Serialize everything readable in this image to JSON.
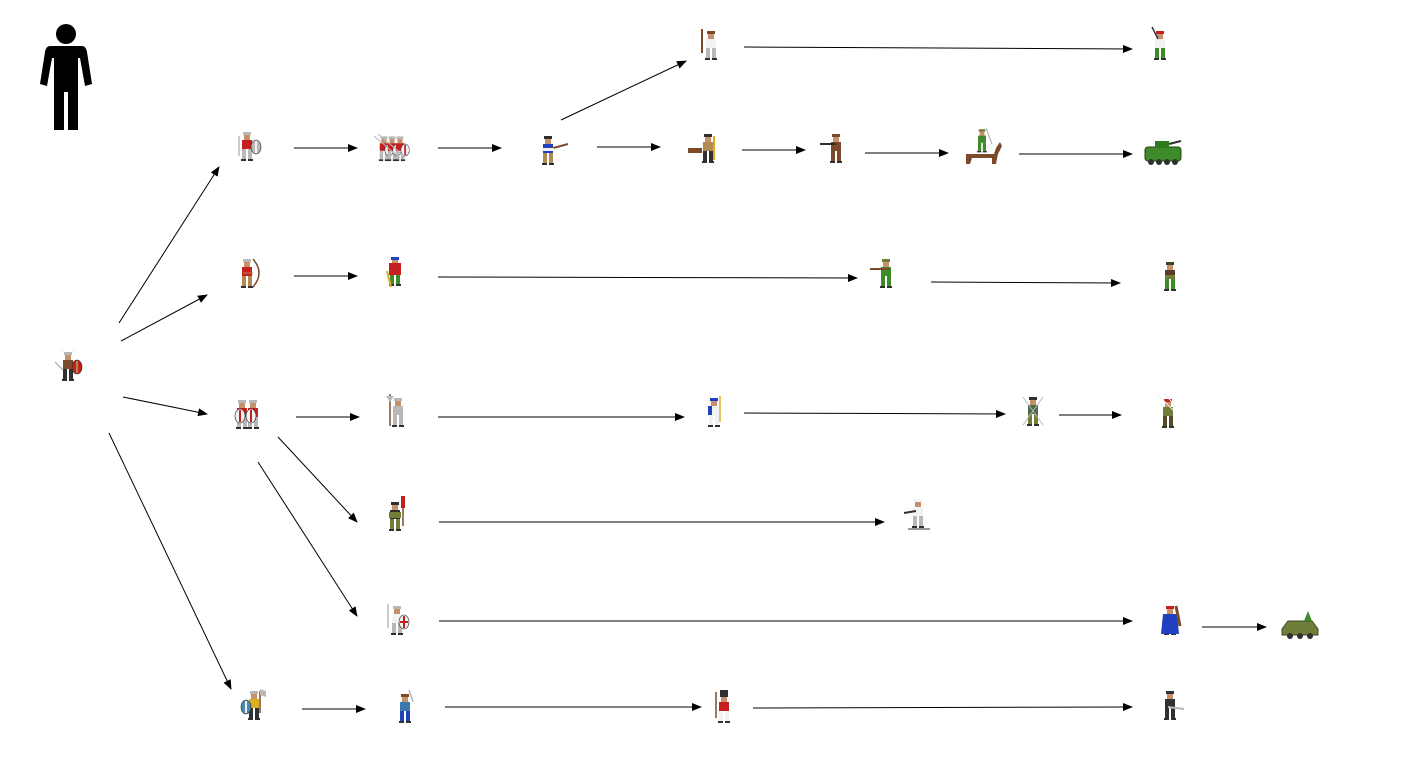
{
  "header": {
    "icon": "person-icon"
  },
  "palette": {
    "line": "#000000",
    "background": "#ffffff",
    "skin": "#c8906a",
    "steel": "#b8b8b8",
    "red": "#c42020",
    "green": "#3f8a2a",
    "blue": "#2040c0",
    "brown": "#7a4a2a",
    "tan": "#b08a50",
    "dark": "#303030",
    "olive": "#6f7f3a",
    "white": "#f2f2f2",
    "gold": "#d8b020"
  },
  "units": [
    {
      "id": "root",
      "icon": "horned-warrior-icon"
    },
    {
      "id": "swordsman",
      "icon": "shield-swordsman-icon"
    },
    {
      "id": "phalanx",
      "icon": "spear-phalanx-icon"
    },
    {
      "id": "musketeer",
      "icon": "blue-musketeer-icon"
    },
    {
      "id": "cannoneer",
      "icon": "cannoneer-icon"
    },
    {
      "id": "rifleman",
      "icon": "rifleman-icon"
    },
    {
      "id": "dragoon",
      "icon": "mounted-dragoon-icon"
    },
    {
      "id": "armored-car",
      "icon": "armored-vehicle-icon"
    },
    {
      "id": "conquistador",
      "icon": "conquistador-icon"
    },
    {
      "id": "partisan",
      "icon": "partisan-icon"
    },
    {
      "id": "archer",
      "icon": "archer-icon"
    },
    {
      "id": "longbowman",
      "icon": "longbowman-icon"
    },
    {
      "id": "infantry",
      "icon": "green-infantry-icon"
    },
    {
      "id": "modern-infantry",
      "icon": "modern-infantry-icon"
    },
    {
      "id": "legion",
      "icon": "shield-legion-icon"
    },
    {
      "id": "pikeman",
      "icon": "pikeman-icon"
    },
    {
      "id": "grenadier",
      "icon": "blue-grenadier-icon"
    },
    {
      "id": "alpine-troops",
      "icon": "alpine-trooper-icon"
    },
    {
      "id": "paratrooper",
      "icon": "paratrooper-icon"
    },
    {
      "id": "samurai",
      "icon": "samurai-icon"
    },
    {
      "id": "ski-trooper",
      "icon": "ski-trooper-icon"
    },
    {
      "id": "crusader",
      "icon": "crusader-knight-icon"
    },
    {
      "id": "rocket-trooper",
      "icon": "blue-rocket-trooper-icon"
    },
    {
      "id": "mech-inf",
      "icon": "mech-vehicle-icon"
    },
    {
      "id": "axeman",
      "icon": "axe-shield-warrior-icon"
    },
    {
      "id": "pirate",
      "icon": "pirate-icon"
    },
    {
      "id": "redcoat",
      "icon": "redcoat-icon"
    },
    {
      "id": "special-forces",
      "icon": "special-forces-icon"
    }
  ],
  "edges": [
    [
      "root",
      "swordsman"
    ],
    [
      "root",
      "archer"
    ],
    [
      "root",
      "legion"
    ],
    [
      "root",
      "axeman"
    ],
    [
      "swordsman",
      "phalanx"
    ],
    [
      "phalanx",
      "musketeer"
    ],
    [
      "musketeer",
      "conquistador"
    ],
    [
      "musketeer",
      "cannoneer"
    ],
    [
      "cannoneer",
      "rifleman"
    ],
    [
      "rifleman",
      "dragoon"
    ],
    [
      "dragoon",
      "armored-car"
    ],
    [
      "conquistador",
      "partisan"
    ],
    [
      "archer",
      "longbowman"
    ],
    [
      "longbowman",
      "infantry"
    ],
    [
      "infantry",
      "modern-infantry"
    ],
    [
      "legion",
      "pikeman"
    ],
    [
      "pikeman",
      "grenadier"
    ],
    [
      "grenadier",
      "alpine-troops"
    ],
    [
      "alpine-troops",
      "paratrooper"
    ],
    [
      "legion",
      "samurai"
    ],
    [
      "samurai",
      "ski-trooper"
    ],
    [
      "legion",
      "crusader"
    ],
    [
      "crusader",
      "rocket-trooper"
    ],
    [
      "rocket-trooper",
      "mech-inf"
    ],
    [
      "axeman",
      "pirate"
    ],
    [
      "pirate",
      "redcoat"
    ],
    [
      "redcoat",
      "special-forces"
    ]
  ]
}
